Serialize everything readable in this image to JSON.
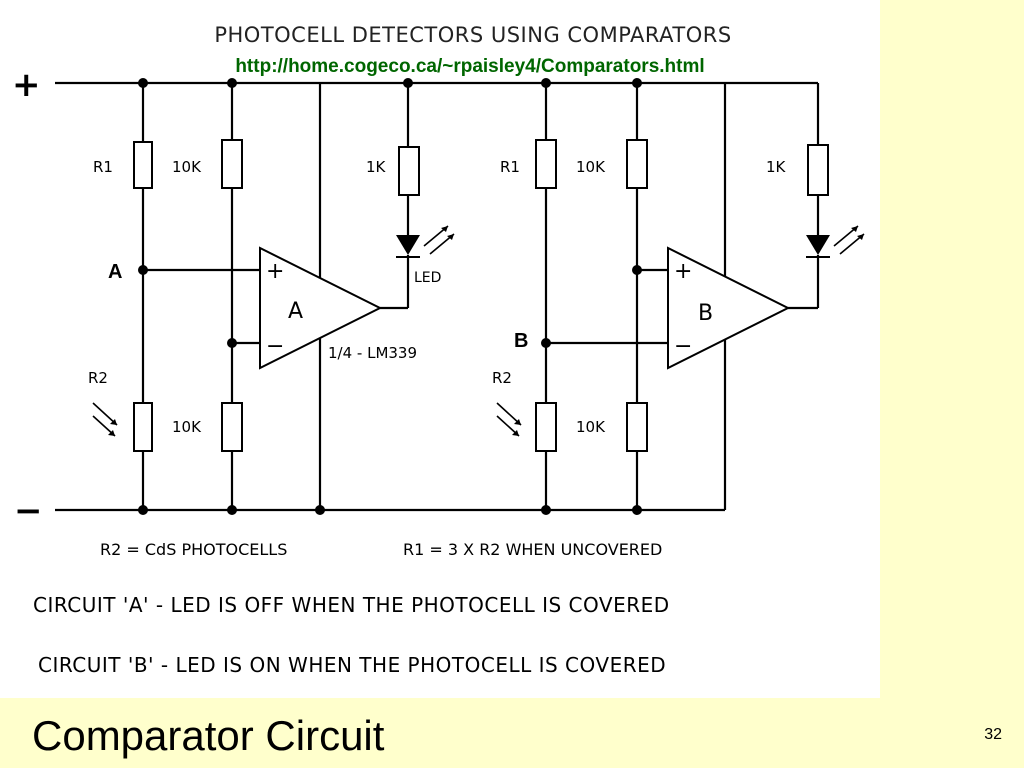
{
  "slide": {
    "title": "Comparator Circuit",
    "page_number": "32",
    "background_color": "#ffffcc"
  },
  "diagram": {
    "heading": "PHOTOCELL DETECTORS USING COMPARATORS",
    "url": "http://home.cogeco.ca/~rpaisley4/Comparators.html",
    "url_color": "#006600",
    "rail_positive": "+",
    "rail_negative": "−",
    "circuit_a": {
      "node_label": "A",
      "r1_label": "R1",
      "r_top_label": "10K",
      "r2_label": "R2",
      "r_bottom_label": "10K",
      "led_resistor_label": "1K",
      "led_label": "LED",
      "opamp_label": "A",
      "plus_input": "+",
      "minus_input": "−",
      "chip_label": "1/4 - LM339"
    },
    "circuit_b": {
      "node_label": "B",
      "r1_label": "R1",
      "r_top_label": "10K",
      "r2_label": "R2",
      "r_bottom_label": "10K",
      "led_resistor_label": "1K",
      "opamp_label": "B",
      "plus_input": "+",
      "minus_input": "−"
    },
    "notes": {
      "r2_note": "R2 = CdS PHOTOCELLS",
      "r1_note": "R1 = 3 X R2 WHEN UNCOVERED"
    },
    "captions": [
      "CIRCUIT  'A' - LED IS OFF WHEN THE PHOTOCELL IS COVERED",
      "CIRCUIT  'B' - LED IS ON WHEN THE PHOTOCELL IS COVERED"
    ]
  }
}
